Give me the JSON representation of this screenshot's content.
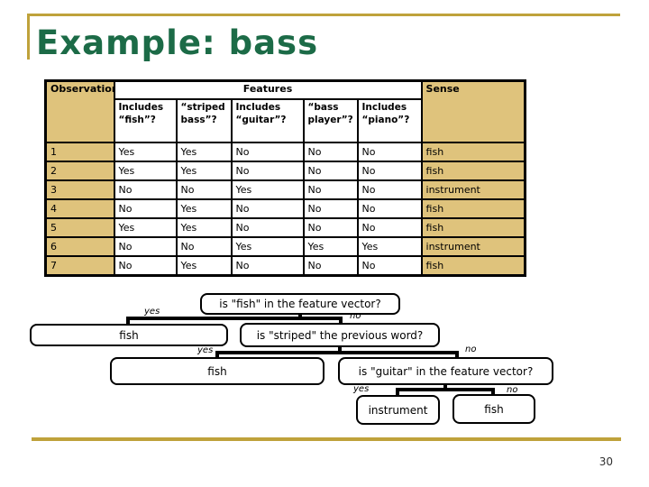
{
  "slide": {
    "title": "Example: bass",
    "page_number": "30"
  },
  "colors": {
    "accent_gold": "#BFA23B",
    "cell_tan": "#DFC37C",
    "title_green": "#1C6B47"
  },
  "table": {
    "observation_header": "Observation",
    "features_header": "Features",
    "sense_header": "Sense",
    "feature_columns": [
      "Includes “fish”?",
      "“striped bass”?",
      "Includes “guitar”?",
      "“bass player”?",
      "Includes “piano”?"
    ],
    "rows": [
      {
        "obs": "1",
        "values": [
          "Yes",
          "Yes",
          "No",
          "No",
          "No"
        ],
        "sense": "fish"
      },
      {
        "obs": "2",
        "values": [
          "Yes",
          "Yes",
          "No",
          "No",
          "No"
        ],
        "sense": "fish"
      },
      {
        "obs": "3",
        "values": [
          "No",
          "No",
          "Yes",
          "No",
          "No"
        ],
        "sense": "instrument"
      },
      {
        "obs": "4",
        "values": [
          "No",
          "Yes",
          "No",
          "No",
          "No"
        ],
        "sense": "fish"
      },
      {
        "obs": "5",
        "values": [
          "Yes",
          "Yes",
          "No",
          "No",
          "No"
        ],
        "sense": "fish"
      },
      {
        "obs": "6",
        "values": [
          "No",
          "No",
          "Yes",
          "Yes",
          "Yes"
        ],
        "sense": "instrument"
      },
      {
        "obs": "7",
        "values": [
          "No",
          "Yes",
          "No",
          "No",
          "No"
        ],
        "sense": "fish"
      }
    ]
  },
  "tree": {
    "label_yes": "yes",
    "label_no": "no",
    "nodes": {
      "q_fish": "is \"fish\" in the feature vector?",
      "leaf_fish_1": "fish",
      "q_striped": "is \"striped\" the previous word?",
      "leaf_fish_2": "fish",
      "q_guitar": "is \"guitar\" in the feature vector?",
      "leaf_instrument": "instrument",
      "leaf_fish_3": "fish"
    }
  }
}
